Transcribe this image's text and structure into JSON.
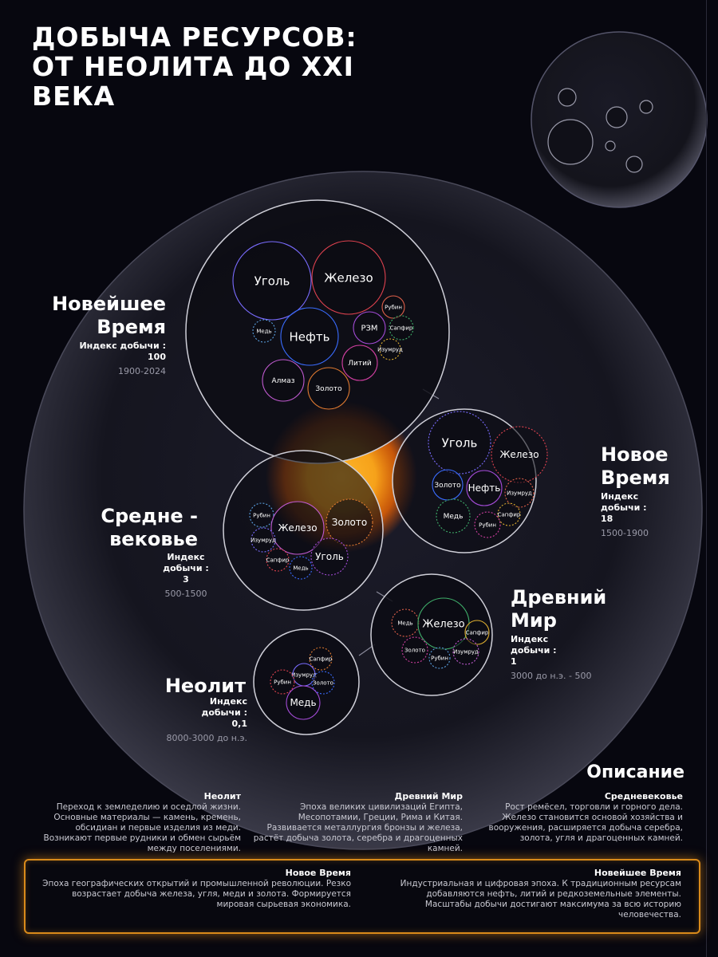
{
  "title": "ДОБЫЧА РЕСУРСОВ: ОТ НЕОЛИТА ДО XXI ВЕКА",
  "colors": {
    "background": "#07070f",
    "sun_core": "#f6a21a",
    "sun_glow": "#ff6a00",
    "highlight_border": "#d98a1a"
  },
  "eras": {
    "newest": {
      "name_line1": "Новейшее",
      "name_line2": "Время",
      "index_label": "Индекс добычи :",
      "index_value": "100",
      "years": "1900-2024",
      "resources": [
        "Уголь",
        "Железо",
        "Нефть",
        "РЗМ",
        "Рубин",
        "Сапфир",
        "Изумруд",
        "Литий",
        "Медь",
        "Алмаз",
        "Золото"
      ]
    },
    "new": {
      "name_line1": "Новое",
      "name_line2": "Время",
      "index_label_1": "Индекс",
      "index_label_2": "добычи :",
      "index_value": "18",
      "years": "1500-1900",
      "resources": [
        "Уголь",
        "Железо",
        "Золото",
        "Нефть",
        "Изумруд",
        "Медь",
        "Сапфир",
        "Рубин"
      ]
    },
    "medieval": {
      "name_line1": "Средне -",
      "name_line2": "вековье",
      "index_label_1": "Индекс",
      "index_label_2": "добычи :",
      "index_value": "3",
      "years": "500-1500",
      "resources": [
        "Рубин",
        "Железо",
        "Золото",
        "Изумруд",
        "Сапфир",
        "Медь",
        "Уголь"
      ]
    },
    "ancient": {
      "name_line1": "Древний",
      "name_line2": "Мир",
      "index_label_1": "Индекс",
      "index_label_2": "добычи :",
      "index_value": "1",
      "years": "3000 до н.э. - 500",
      "resources": [
        "Медь",
        "Железо",
        "Сапфир",
        "Золото",
        "Рубин",
        "Изумруд"
      ]
    },
    "neolithic": {
      "name_line1": "Неолит",
      "index_label_1": "Индекс",
      "index_label_2": "добычи :",
      "index_value": "0,1",
      "years": "8000-3000 до н.э.",
      "resources": [
        "Сапфир",
        "Изумруд",
        "Рубин",
        "Золото",
        "Медь"
      ]
    }
  },
  "description": {
    "heading": "Описание",
    "neolithic": {
      "title": "Неолит",
      "text": "Переход к земледелию и оседлой жизни. Основные материалы — камень, кремень, обсидиан и первые изделия из меди. Возникают первые рудники и обмен сырьём между поселениями."
    },
    "ancient": {
      "title": "Древний Мир",
      "text": "Эпоха великих цивилизаций Египта, Месопотамии, Греции, Рима и Китая. Развивается металлургия бронзы и железа, растёт добыча золота, серебра и драгоценных камней."
    },
    "medieval": {
      "title": "Средневековье",
      "text": "Рост ремёсел, торговли и горного дела. Железо становится основой хозяйства и вооружения, расширяется добыча серебра, золота, угля и драгоценных камней."
    },
    "new": {
      "title": "Новое Время",
      "text": "Эпоха географических открытий и промышленной революции. Резко возрастает добыча железа, угля, меди и золота. Формируется мировая сырьевая экономика."
    },
    "newest": {
      "title": "Новейшее Время",
      "text": "Индустриальная и цифровая эпоха. К традиционным ресурсам добавляются нефть, литий и редкоземельные элементы. Масштабы добычи достигают максимума за всю историю человечества."
    }
  }
}
